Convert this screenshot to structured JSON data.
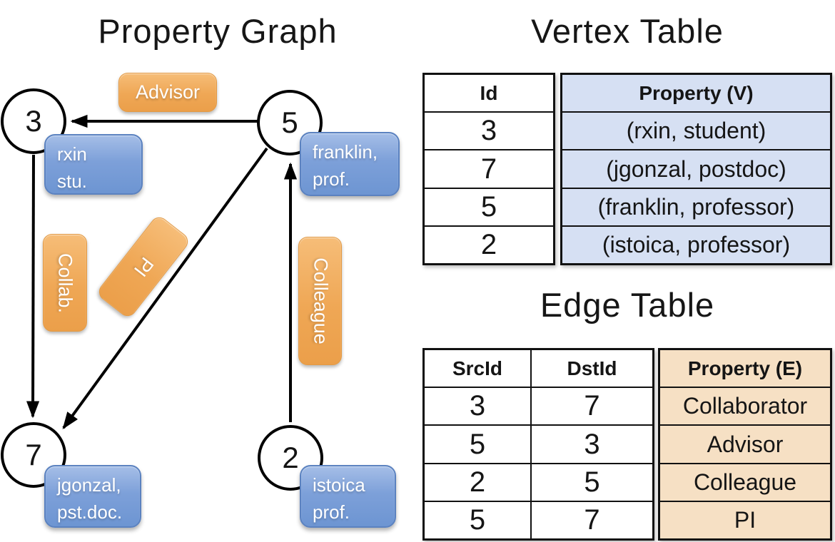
{
  "graph": {
    "title": "Property Graph",
    "nodes": [
      {
        "id": "3"
      },
      {
        "id": "5"
      },
      {
        "id": "7"
      },
      {
        "id": "2"
      }
    ],
    "vertex_props": [
      {
        "line1": "rxin",
        "line2": "stu."
      },
      {
        "line1": "franklin,",
        "line2": "prof."
      },
      {
        "line1": "jgonzal,",
        "line2": "pst.doc."
      },
      {
        "line1": "istoica",
        "line2": "prof."
      }
    ],
    "edge_labels": [
      {
        "label": "Advisor"
      },
      {
        "label": "Collab."
      },
      {
        "label": "PI"
      },
      {
        "label": "Colleague"
      }
    ]
  },
  "vertex_table": {
    "title": "Vertex Table",
    "headers": {
      "id": "Id",
      "property": "Property (V)"
    },
    "rows": [
      {
        "id": "3",
        "property": "(rxin, student)"
      },
      {
        "id": "7",
        "property": "(jgonzal, postdoc)"
      },
      {
        "id": "5",
        "property": "(franklin, professor)"
      },
      {
        "id": "2",
        "property": "(istoica, professor)"
      }
    ]
  },
  "edge_table": {
    "title": "Edge Table",
    "headers": {
      "src": "SrcId",
      "dst": "DstId",
      "property": "Property (E)"
    },
    "rows": [
      {
        "src": "3",
        "dst": "7",
        "property": "Collaborator"
      },
      {
        "src": "5",
        "dst": "3",
        "property": "Advisor"
      },
      {
        "src": "2",
        "dst": "5",
        "property": "Colleague"
      },
      {
        "src": "5",
        "dst": "7",
        "property": "PI"
      }
    ]
  },
  "colors": {
    "edge_label_orange": "#EFA755",
    "vertex_box_blue": "#7DA0D9",
    "vertex_table_cell_bg": "#D6E0F3",
    "edge_table_cell_bg": "#F6E0C4",
    "line_black": "#000000"
  }
}
